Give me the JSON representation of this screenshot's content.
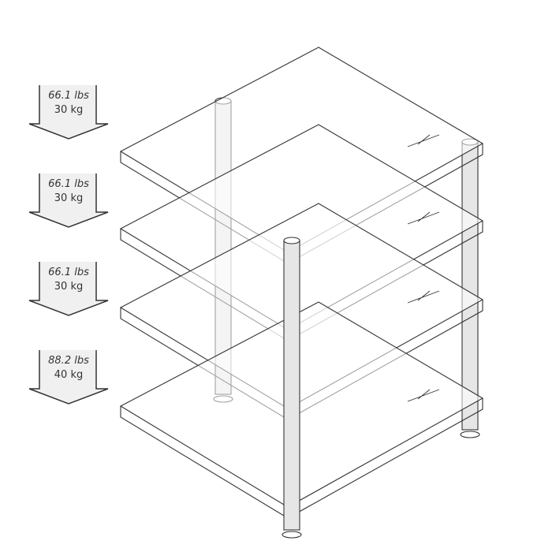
{
  "colors": {
    "outline": "#333333",
    "arrow_fill": "#f0f0f0",
    "post_fill": "#e6e6e6"
  },
  "load_arrows": [
    {
      "lbs": "66.1 lbs",
      "kg": "30 kg"
    },
    {
      "lbs": "66.1 lbs",
      "kg": "30 kg"
    },
    {
      "lbs": "66.1 lbs",
      "kg": "30 kg"
    },
    {
      "lbs": "88.2 lbs",
      "kg": "40 kg"
    }
  ]
}
